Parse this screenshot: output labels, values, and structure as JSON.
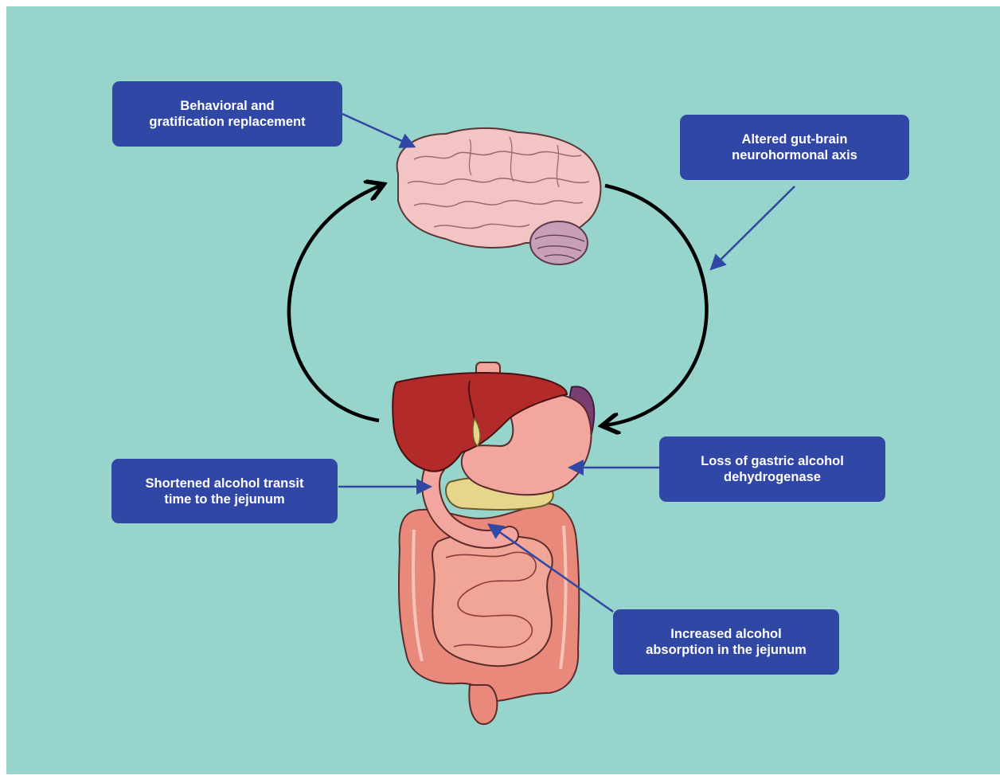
{
  "callouts": {
    "behavioral": {
      "line1": "Behavioral and",
      "line2": "gratification replacement"
    },
    "gut_brain": {
      "line1": "Altered gut-brain",
      "line2": "neurohormonal axis"
    },
    "transit": {
      "line1": "Shortened alcohol transit",
      "line2": "time to the jejunum"
    },
    "gastric": {
      "line1": "Loss of gastric alcohol",
      "line2": "dehydrogenase"
    },
    "absorption": {
      "line1": "Increased alcohol",
      "line2": "absorption in the jejunum"
    }
  },
  "colors": {
    "background": "#97d4cc",
    "callout": "#3047a5",
    "arrow": "#3047a5",
    "cycle_arrow": "#000000",
    "brain": "#f2c4c4",
    "liver": "#b32a2a",
    "stomach": "#f3a6a0",
    "intestine": "#e8897c",
    "pancreas": "#e6d58a",
    "spleen": "#7a3f72"
  },
  "icons": [
    "brain-icon",
    "digestive-system-icon"
  ]
}
